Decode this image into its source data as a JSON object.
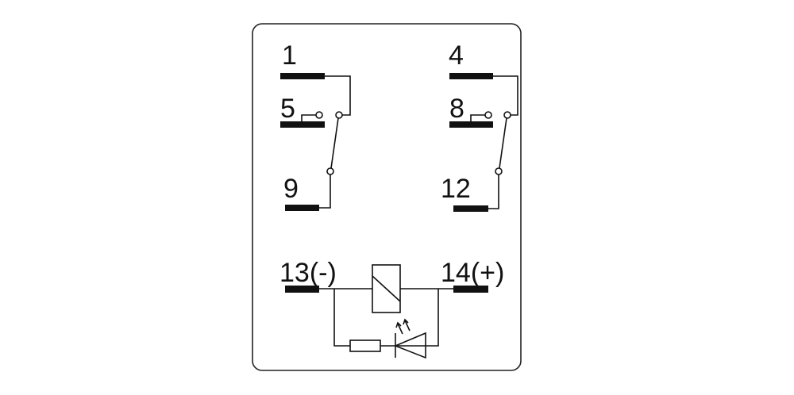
{
  "diagram": {
    "title": "Relay pin layout",
    "pins": {
      "p1": "1",
      "p4": "4",
      "p5": "5",
      "p8": "8",
      "p9": "9",
      "p12": "12",
      "p13": "13(-)",
      "p14": "14(+)"
    },
    "colors": {
      "line": "#111111",
      "background": "#ffffff"
    }
  }
}
